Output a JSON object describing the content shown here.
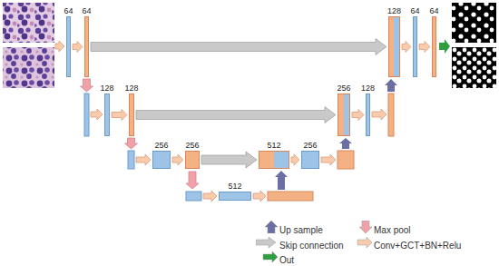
{
  "diagram": {
    "nodes": [
      {
        "text": [
          "64"
        ]
      },
      {
        "text": [
          "64"
        ]
      },
      {
        "text": [
          "128"
        ]
      },
      {
        "text": [
          "128"
        ]
      },
      {
        "text": [
          "256"
        ]
      },
      {
        "text": [
          "256"
        ]
      },
      {
        "text": [
          "512"
        ]
      },
      {
        "text": [
          "512"
        ]
      },
      {
        "text": [
          "256"
        ]
      },
      {
        "text": [
          "256"
        ]
      },
      {
        "text": [
          "128"
        ]
      },
      {
        "text": [
          "128"
        ]
      },
      {
        "text": [
          "64"
        ]
      },
      {
        "text": [
          "64"
        ]
      }
    ],
    "edges": [
      {
        "from": 0,
        "to": 1,
        "arrow": "to"
      },
      {
        "from": 1,
        "to": 11,
        "arrow": "to"
      },
      {
        "from": 2,
        "to": 3,
        "arrow": "to"
      },
      {
        "from": 3,
        "to": 9,
        "arrow": "to"
      },
      {
        "from": 4,
        "to": 5,
        "arrow": "to"
      },
      {
        "from": 5,
        "to": 7,
        "arrow": "to"
      },
      {
        "from": 7,
        "to": 8,
        "arrow": "to"
      },
      {
        "from": 9,
        "to": 10,
        "arrow": "to"
      },
      {
        "from": 11,
        "to": 12,
        "arrow": "to"
      },
      {
        "from": 12,
        "to": 13,
        "arrow": "to"
      }
    ],
    "legend": [
      {
        "text": "Up sample"
      },
      {
        "text": "Max pool"
      },
      {
        "text": "Skip connection"
      },
      {
        "text": "Conv+GCT+BN+Relu"
      },
      {
        "text": "Out"
      }
    ]
  }
}
